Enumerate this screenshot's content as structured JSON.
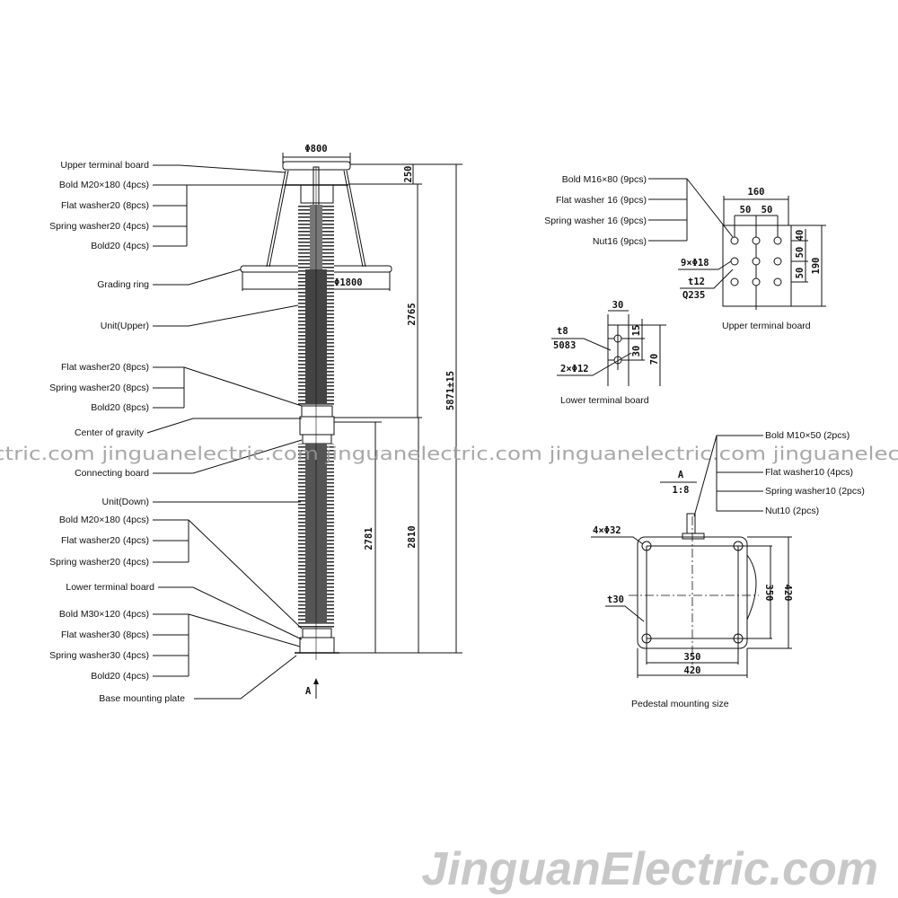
{
  "left_labels": [
    "Upper terminal board",
    "Bold M20×180 (4pcs)",
    "Flat washer20 (8pcs)",
    "Spring washer20 (4pcs)",
    "Bold20 (4pcs)",
    "Grading ring",
    "Unit(Upper)",
    "Flat washer20 (8pcs)",
    "Spring washer20 (8pcs)",
    "Bold20 (8pcs)",
    "Center of gravity",
    "Connecting board",
    "Unit(Down)",
    "Bold M20×180 (4pcs)",
    "Flat washer20 (4pcs)",
    "Spring washer20 (4pcs)",
    "Lower terminal board",
    "Bold M30×120 (4pcs)",
    "Flat washer30 (8pcs)",
    "Spring washer30 (4pcs)",
    "Bold20 (4pcs)",
    "Base mounting plate"
  ],
  "column_dims": {
    "top_diameter": "Φ800",
    "ring_diameter": "Φ1800",
    "d250": "250",
    "d2765": "2765",
    "total": "5871±15",
    "d2781": "2781",
    "d2810": "2810",
    "view_arrow": "A"
  },
  "upper_board": {
    "labels": [
      "Bold M16×80 (9pcs)",
      "Flat washer 16 (9pcs)",
      "Spring washer 16 (9pcs)",
      "Nut16 (9pcs)"
    ],
    "dims": {
      "w160": "160",
      "w50a": "50",
      "w50b": "50",
      "h40": "40",
      "h50a": "50",
      "h50b": "50",
      "h190": "190"
    },
    "holes": "9×Φ18",
    "thickness": "t12",
    "material": "Q235",
    "caption": "Upper terminal board"
  },
  "lower_board": {
    "dims": {
      "w30": "30",
      "h15": "15",
      "h30": "30",
      "h70": "70"
    },
    "thickness": "t8",
    "material": "5083",
    "holes": "2×Φ12",
    "caption": "Lower terminal board"
  },
  "pedestal": {
    "view": "A",
    "scale": "1:8",
    "labels": [
      "Bold M10×50 (2pcs)",
      "Flat washer10 (4pcs)",
      "Spring washer10 (2pcs)",
      "Nut10 (2pcs)"
    ],
    "holes": "4×Φ32",
    "thickness": "t30",
    "dims": {
      "w350": "350",
      "w420": "420",
      "h350": "350",
      "h420": "420"
    },
    "caption": "Pedestal mounting size"
  },
  "watermark": {
    "strip": "ctric.com jinguanelectric.com jinguanelectric.com jinguanelectric.com jinguanelec",
    "main": "JinguanElectric.com"
  }
}
